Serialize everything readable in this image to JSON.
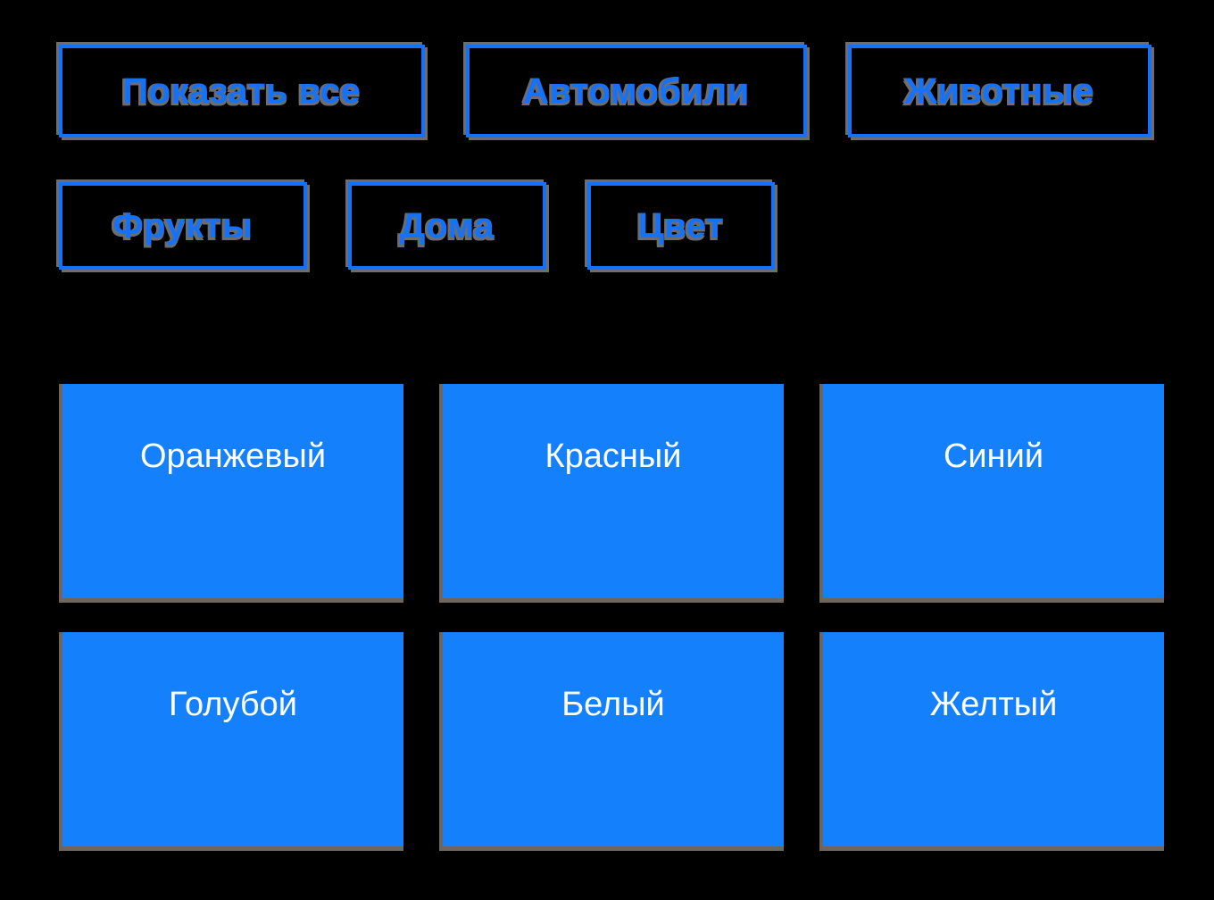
{
  "page": {
    "background_color": "#000000",
    "accent_color": "#1472fa",
    "card_color": "#1480fb",
    "shadow_color": "#6d6d6d",
    "card_text_color": "#ffffff"
  },
  "filters": {
    "rows": [
      [
        {
          "label": "Показать все",
          "name": "filter-show-all"
        },
        {
          "label": "Автомобили",
          "name": "filter-cars"
        },
        {
          "label": "Животные",
          "name": "filter-animals"
        }
      ],
      [
        {
          "label": "Фрукты",
          "name": "filter-fruits"
        },
        {
          "label": "Дома",
          "name": "filter-houses"
        },
        {
          "label": "Цвет",
          "name": "filter-color"
        }
      ]
    ]
  },
  "cards": [
    {
      "label": "Оранжевый",
      "name": "card-orange"
    },
    {
      "label": "Красный",
      "name": "card-red"
    },
    {
      "label": "Синий",
      "name": "card-blue"
    },
    {
      "label": "Голубой",
      "name": "card-lightblue"
    },
    {
      "label": "Белый",
      "name": "card-white"
    },
    {
      "label": "Желтый",
      "name": "card-yellow"
    }
  ]
}
